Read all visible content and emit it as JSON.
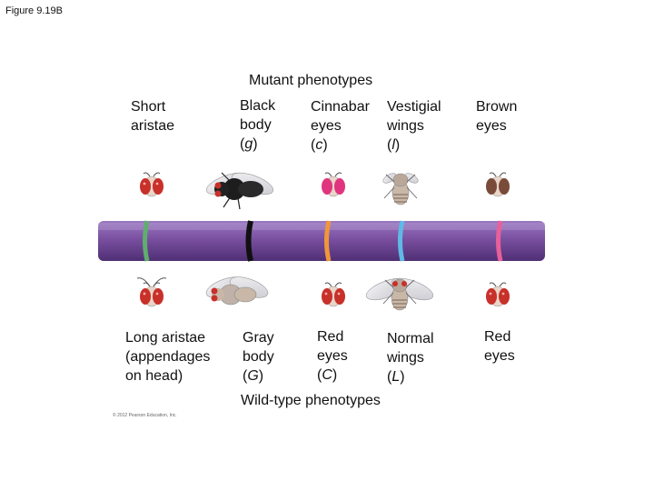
{
  "figure_label": "Figure 9.19B",
  "mutant_heading": "Mutant phenotypes",
  "wild_heading": "Wild-type phenotypes",
  "mutant_labels": [
    {
      "line1": "Short",
      "line2": "aristae",
      "symbol": ""
    },
    {
      "line1": "Black",
      "line2": "body",
      "symbol_open": "(",
      "symbol": "g",
      "symbol_close": ")"
    },
    {
      "line1": "Cinnabar",
      "line2": "eyes",
      "symbol_open": "(",
      "symbol": "c",
      "symbol_close": ")"
    },
    {
      "line1": "Vestigial",
      "line2": "wings",
      "symbol_open": "(",
      "symbol": "l",
      "symbol_close": ")"
    },
    {
      "line1": "Brown",
      "line2": "eyes",
      "symbol": ""
    }
  ],
  "wild_labels": [
    {
      "line1": "Long aristae",
      "line2": "(appendages",
      "line3": "on head)"
    },
    {
      "line1": "Gray",
      "line2": "body",
      "symbol_open": "(",
      "symbol": "G",
      "symbol_close": ")"
    },
    {
      "line1": "Red",
      "line2": "eyes",
      "symbol_open": "(",
      "symbol": "C",
      "symbol_close": ")"
    },
    {
      "line1": "Normal",
      "line2": "wings",
      "symbol_open": "(",
      "symbol": "L",
      "symbol_close": ")"
    },
    {
      "line1": "Red",
      "line2": "eyes"
    }
  ],
  "copyright": "© 2012 Pearson Education, Inc.",
  "colors": {
    "chromosome": "#7a4fa0",
    "band_aristae": "#5fae6e",
    "band_body": "#111111",
    "band_cinnabar": "#f0973a",
    "band_vestigial": "#5fb9e6",
    "band_brown": "#e8609a",
    "red_eye": "#c8302a",
    "cinnabar_eye": "#e0357e",
    "brown_eye": "#7a4b3a"
  }
}
